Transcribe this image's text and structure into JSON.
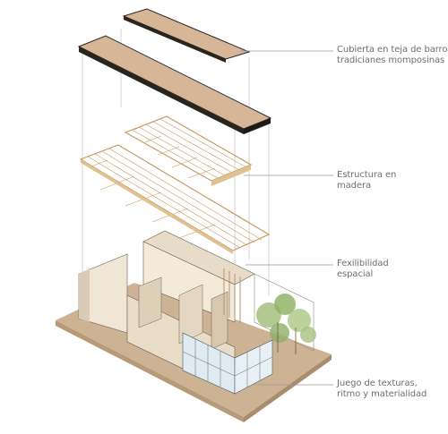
{
  "labels": {
    "roof": {
      "line1": "Cubierta en teja de barro",
      "line2": "tradicianes momposinas"
    },
    "structure": {
      "line1": "Estructura en",
      "line2": "madera"
    },
    "flexibility": {
      "line1": "Fexilibilidad",
      "line2": "espacial"
    },
    "textures": {
      "line1": "Juego de texturas,",
      "line2": "ritmo y materialidad"
    }
  },
  "colors": {
    "roof_fill": "#d7b597",
    "roof_edge": "#2b2520",
    "timber": "#c69a5e",
    "wall": "#efe6d6",
    "wall_shade": "#d9cbb5",
    "ground": "#cdb393",
    "glass": "#dfeaf1",
    "tree": "#93b36b",
    "leader": "#9a9a9a"
  }
}
